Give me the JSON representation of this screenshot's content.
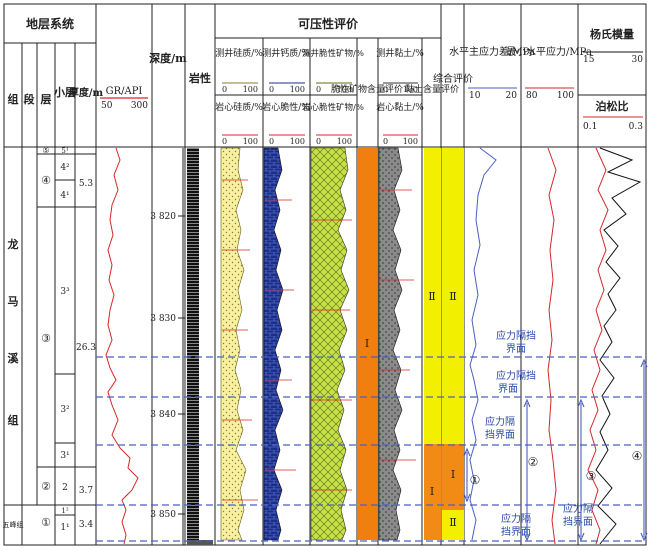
{
  "header": {
    "strat_system": "地层系统",
    "group": "组",
    "section": "段",
    "layer": "层",
    "sublayer": "小层",
    "thickness": "厚度/m",
    "gr_api": "GR/API",
    "gr_min": "50",
    "gr_max": "300",
    "depth": "深度/m",
    "lithology": "岩性",
    "compressibility": "可压性评价",
    "silica_log": "测井硅质/%",
    "silica_core": "岩心硅质/%",
    "calcium_log": "测井钙质/%",
    "brittle_core": "岩心脆性/%",
    "brittle_log": "测井脆性矿物/%",
    "brittle_core_mineral": "岩心脆性矿物/%",
    "brittle_eval": "脆性矿物含量评价",
    "clay_log": "测井黏土/%",
    "clay_core": "岩心黏土/%",
    "clay_eval": "黏土含量评价",
    "overall_eval": "综合评价",
    "stress_diff": "水平主应力差/MPa",
    "stress_diff_min": "10",
    "stress_diff_max": "20",
    "min_hstress": "最小水平应力/MPa",
    "min_hstress_min": "80",
    "min_hstress_max": "100",
    "youngs": "杨氏模量",
    "youngs_min": "15",
    "youngs_max": "30",
    "poisson": "泊松比",
    "poisson_min": "0.1",
    "poisson_max": "0.3",
    "axis_0": "0",
    "axis_100": "100"
  },
  "strat": {
    "group_upper": [
      "龙",
      "马",
      "溪",
      "组"
    ],
    "group_lower": "五峰组",
    "sections": {
      "s5": "⑤",
      "s4": "④",
      "s3": "③",
      "s2": "②",
      "s1": "①"
    },
    "sublayers": {
      "l5": "5¹",
      "l42": "4²",
      "l41": "4¹",
      "l33": "3³",
      "l32": "3²",
      "l31": "3¹",
      "l2": "2",
      "l12": "1²",
      "l11": "1¹"
    },
    "thickness": {
      "t4": "5.3",
      "t3": "26.3",
      "t2": "3.7",
      "t1": "3.4"
    }
  },
  "depth_ticks": [
    "3 820",
    "3 830",
    "3 840",
    "3 850"
  ],
  "evaluation": {
    "brittle": "Ⅰ",
    "clay_upper": "Ⅱ",
    "clay_lower": "Ⅰ",
    "overall_upper": "Ⅱ",
    "overall_mid": "Ⅰ",
    "overall_lower": "Ⅱ"
  },
  "annotations": {
    "barrier_1": "应力隔挡界面",
    "barrier_2": "应力隔挡界面",
    "barrier_3": "应力隔挡界面",
    "barrier_4": "应力隔挡界面",
    "barrier_5": "应力隔挡界面",
    "zone_1": "①",
    "zone_2": "②",
    "zone_3": "③",
    "zone_4": "④"
  },
  "colors": {
    "gr_curve": "#d62728",
    "stress_diff_curve": "#4a5fc1",
    "min_stress_curve": "#d62728",
    "youngs_curve": "#111111",
    "poisson_curve": "#d62728",
    "silica_fill": "#f6f0a0",
    "calcium_fill": "#1b2f8a",
    "brittle_fill": "#c6e04a",
    "clay_fill": "#8a8a8a",
    "brittle_eval_fill": "#f07f10",
    "eval_yellow": "#f2f000",
    "eval_orange": "#f28a16",
    "dashed_line": "#4a5fc1"
  }
}
